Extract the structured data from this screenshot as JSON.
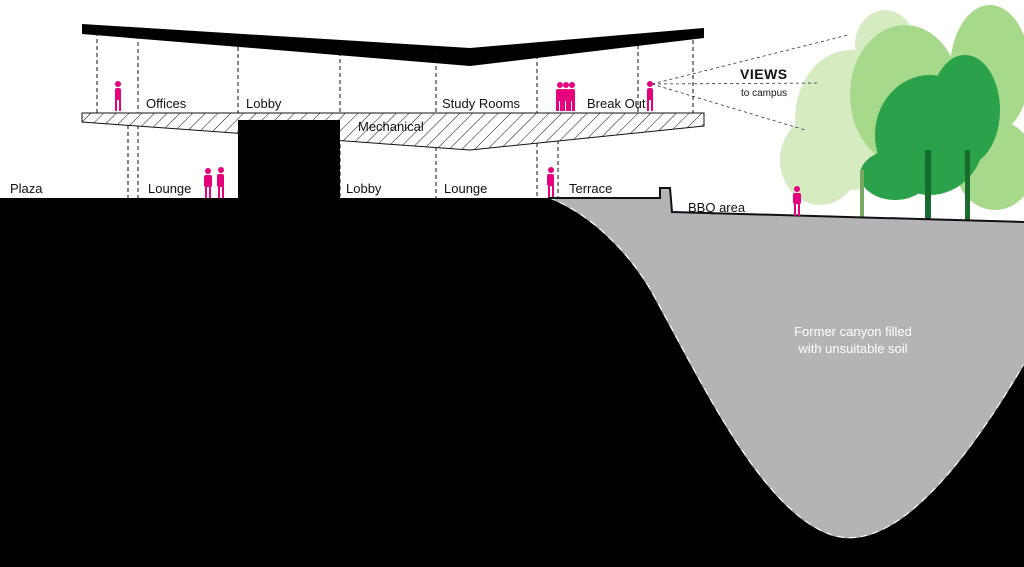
{
  "labels": {
    "plaza": "Plaza",
    "offices": "Offices",
    "lobby_upper": "Lobby",
    "study_rooms": "Study Rooms",
    "break_out": "Break Out",
    "mechanical": "Mechanical",
    "lounge_left": "Lounge",
    "lobby_lower": "Lobby",
    "lounge_right": "Lounge",
    "terrace": "Terrace",
    "bbq_area": "BBQ area",
    "views": "VIEWS",
    "views_sub": "to campus",
    "soil_line1": "Former canyon filled",
    "soil_line2": "with unsuitable soil"
  },
  "colors": {
    "people": "#e6007e",
    "ground": "#000000",
    "fill_soil": "#b4b4b6",
    "tree_light": "#cfe6b8",
    "tree_mid": "#8ccf6b",
    "tree_dark": "#1f9a3f"
  }
}
